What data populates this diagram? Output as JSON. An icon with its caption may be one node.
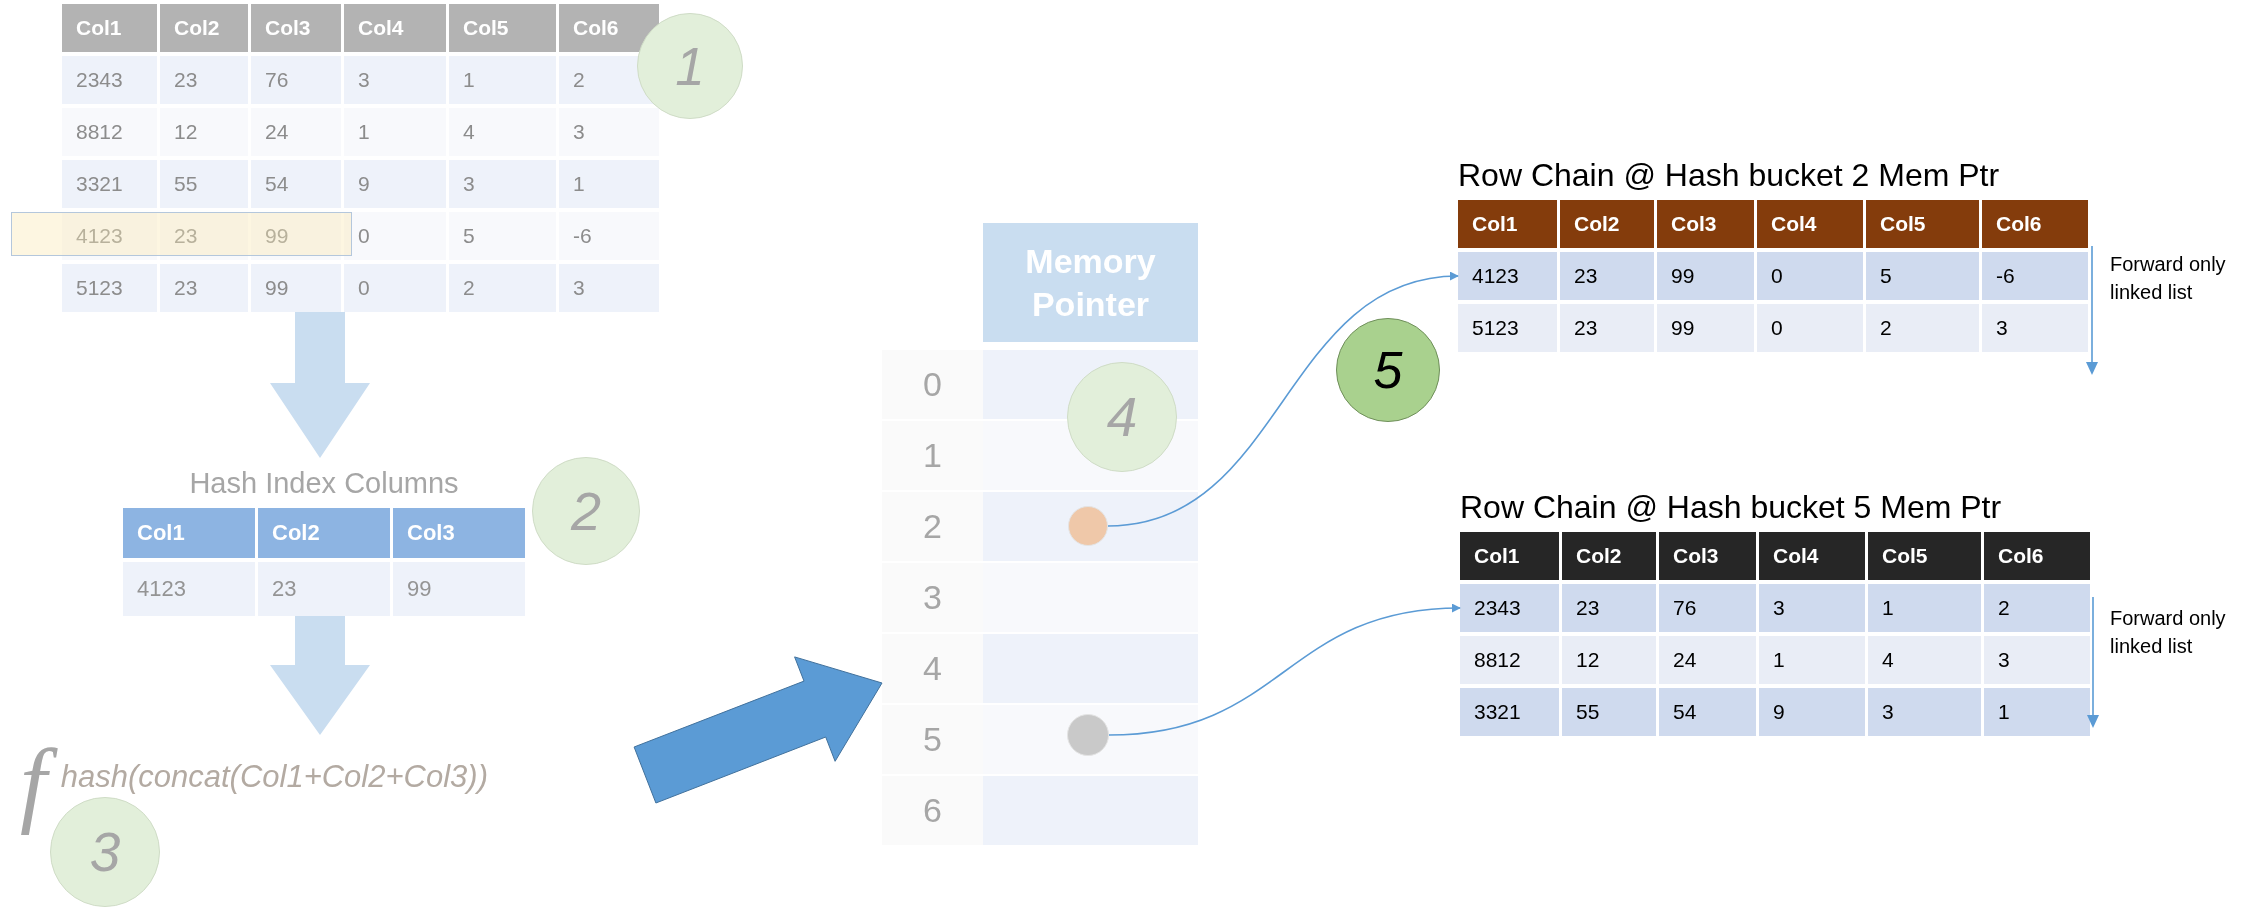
{
  "diagram": {
    "nodes": [
      {
        "text": [
          "Col1",
          "Col2",
          "Col3",
          "Col4",
          "Col5",
          "Col6",
          "2343",
          "23",
          "76",
          "3",
          "1",
          "2",
          "8812",
          "12",
          "24",
          "1",
          "4",
          "3",
          "3321",
          "55",
          "54",
          "9",
          "3",
          "1",
          "4123",
          "23",
          "99",
          "0",
          "5",
          "-6",
          "5123",
          "23",
          "99",
          "0",
          "2",
          "3"
        ]
      },
      {
        "text": [
          "1"
        ]
      },
      {
        "text": [
          "Hash Index Columns",
          "Col1",
          "Col2",
          "Col3",
          "4123",
          "23",
          "99"
        ]
      },
      {
        "text": [
          "2"
        ]
      },
      {
        "text": [
          "f",
          "hash(concat(Col1+Col2+Col3))"
        ]
      },
      {
        "text": [
          "3"
        ]
      },
      {
        "text": [
          "Memory Pointer",
          "0",
          "1",
          "2",
          "3",
          "4",
          "5",
          "6"
        ]
      },
      {
        "text": [
          "4"
        ],
        "in": 6
      },
      {
        "text": [],
        "shape": "circle",
        "in": 6
      },
      {
        "text": [],
        "shape": "circle",
        "in": 6
      },
      {
        "text": [
          "5"
        ]
      },
      {
        "text": [
          "Row Chain @ Hash bucket 2 Mem Ptr",
          "Col1",
          "Col2",
          "Col3",
          "Col4",
          "Col5",
          "Col6",
          "4123",
          "23",
          "99",
          "0",
          "5",
          "-6",
          "5123",
          "23",
          "99",
          "0",
          "2",
          "3"
        ],
        "beside": [
          "Forward only linked list"
        ]
      },
      {
        "text": [
          "Row Chain @ Hash bucket 5 Mem Ptr",
          "Col1",
          "Col2",
          "Col3",
          "Col4",
          "Col5",
          "Col6",
          "2343",
          "23",
          "76",
          "3",
          "1",
          "2",
          "8812",
          "12",
          "24",
          "1",
          "4",
          "3",
          "3321",
          "55",
          "54",
          "9",
          "3",
          "1"
        ],
        "beside": [
          "Forward only linked list"
        ]
      }
    ],
    "edges": [
      {
        "from": 0,
        "to": 2,
        "arrow": "to",
        "style": "thick",
        "color": "#c9ddf0"
      },
      {
        "from": 2,
        "to": 4,
        "arrow": "to",
        "style": "thick",
        "color": "#c9ddf0"
      },
      {
        "from": 4,
        "to": 6,
        "arrow": "to",
        "style": "thick"
      },
      {
        "from": 8,
        "to": 11,
        "arrow": "to"
      },
      {
        "from": 9,
        "to": 12,
        "arrow": "to"
      }
    ]
  }
}
